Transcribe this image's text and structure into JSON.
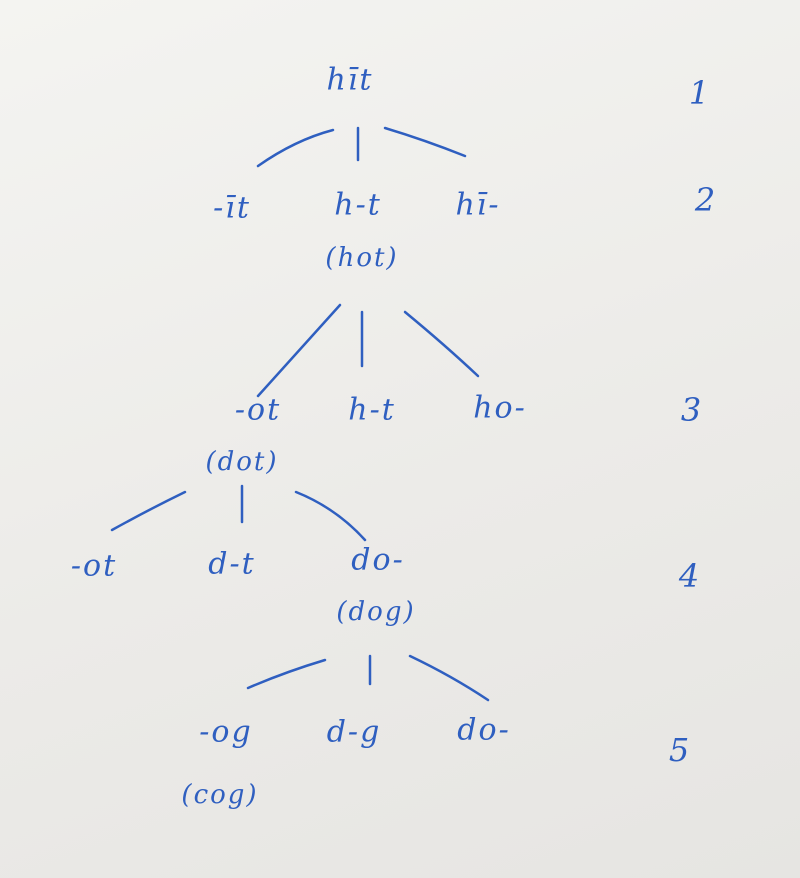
{
  "ink_color": "#2f5fc0",
  "paper_color": "#f0efec",
  "levels": [
    "1",
    "2",
    "3",
    "4",
    "5"
  ],
  "tree": {
    "root": "hīt",
    "level2": {
      "left": "-īt",
      "middle": "h-t",
      "middle_word": "(hot)",
      "right": "hī-"
    },
    "level3": {
      "left": "-ot",
      "left_word": "(dot)",
      "middle": "h-t",
      "right": "ho-"
    },
    "level4": {
      "left": "-ot",
      "middle": "d-t",
      "right": "do-",
      "right_word": "(dog)"
    },
    "level5": {
      "left": "-og",
      "left_word": "(cog)",
      "middle": "d-g",
      "right": "do-"
    }
  }
}
